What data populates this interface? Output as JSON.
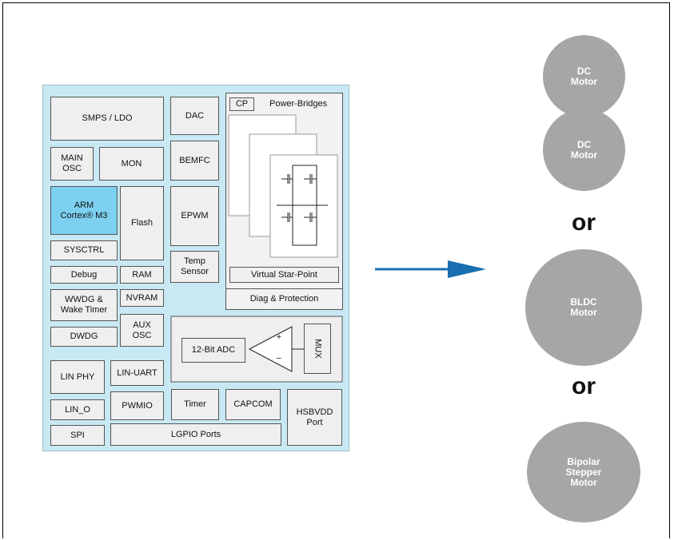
{
  "blocks": {
    "smps": "SMPS / LDO",
    "dac": "DAC",
    "main_osc": "MAIN\nOSC",
    "mon": "MON",
    "bemfc": "BEMFC",
    "arm": "ARM\nCortex® M3",
    "flash": "Flash",
    "epwm": "EPWM",
    "sysctrl": "SYSCTRL",
    "temp": "Temp\nSensor",
    "debug": "Debug",
    "ram": "RAM",
    "wwdg": "WWDG &\nWake Timer",
    "nvram": "NVRAM",
    "dwdg": "DWDG",
    "aux_osc": "AUX\nOSC",
    "adc": "12-Bit ADC",
    "mux": "MUX",
    "lin_phy": "LIN PHY",
    "lin_uart": "LIN-UART",
    "lin_o": "LIN_O",
    "pwmio": "PWMIO",
    "timer": "Timer",
    "capcom": "CAPCOM",
    "hsbvdd": "HSBVDD\nPort",
    "spi": "SPI",
    "lgpio": "LGPIO Ports",
    "cp": "CP",
    "power_bridges": "Power-Bridges",
    "virtual_star": "Virtual Star-Point",
    "diag": "Diag & Protection",
    "plus": "+",
    "minus": "–"
  },
  "motors": {
    "m1": "DC\nMotor",
    "m2": "DC\nMotor",
    "m3": "BLDC\nMotor",
    "m4": "Bipolar\nStepper\nMotor",
    "or1": "or",
    "or2": "or"
  },
  "colors": {
    "chip_bg": "#c8e9f3",
    "arm_bg": "#7dd0ef",
    "arrow": "#1a6fb0",
    "motor": "#a6a6a6"
  }
}
